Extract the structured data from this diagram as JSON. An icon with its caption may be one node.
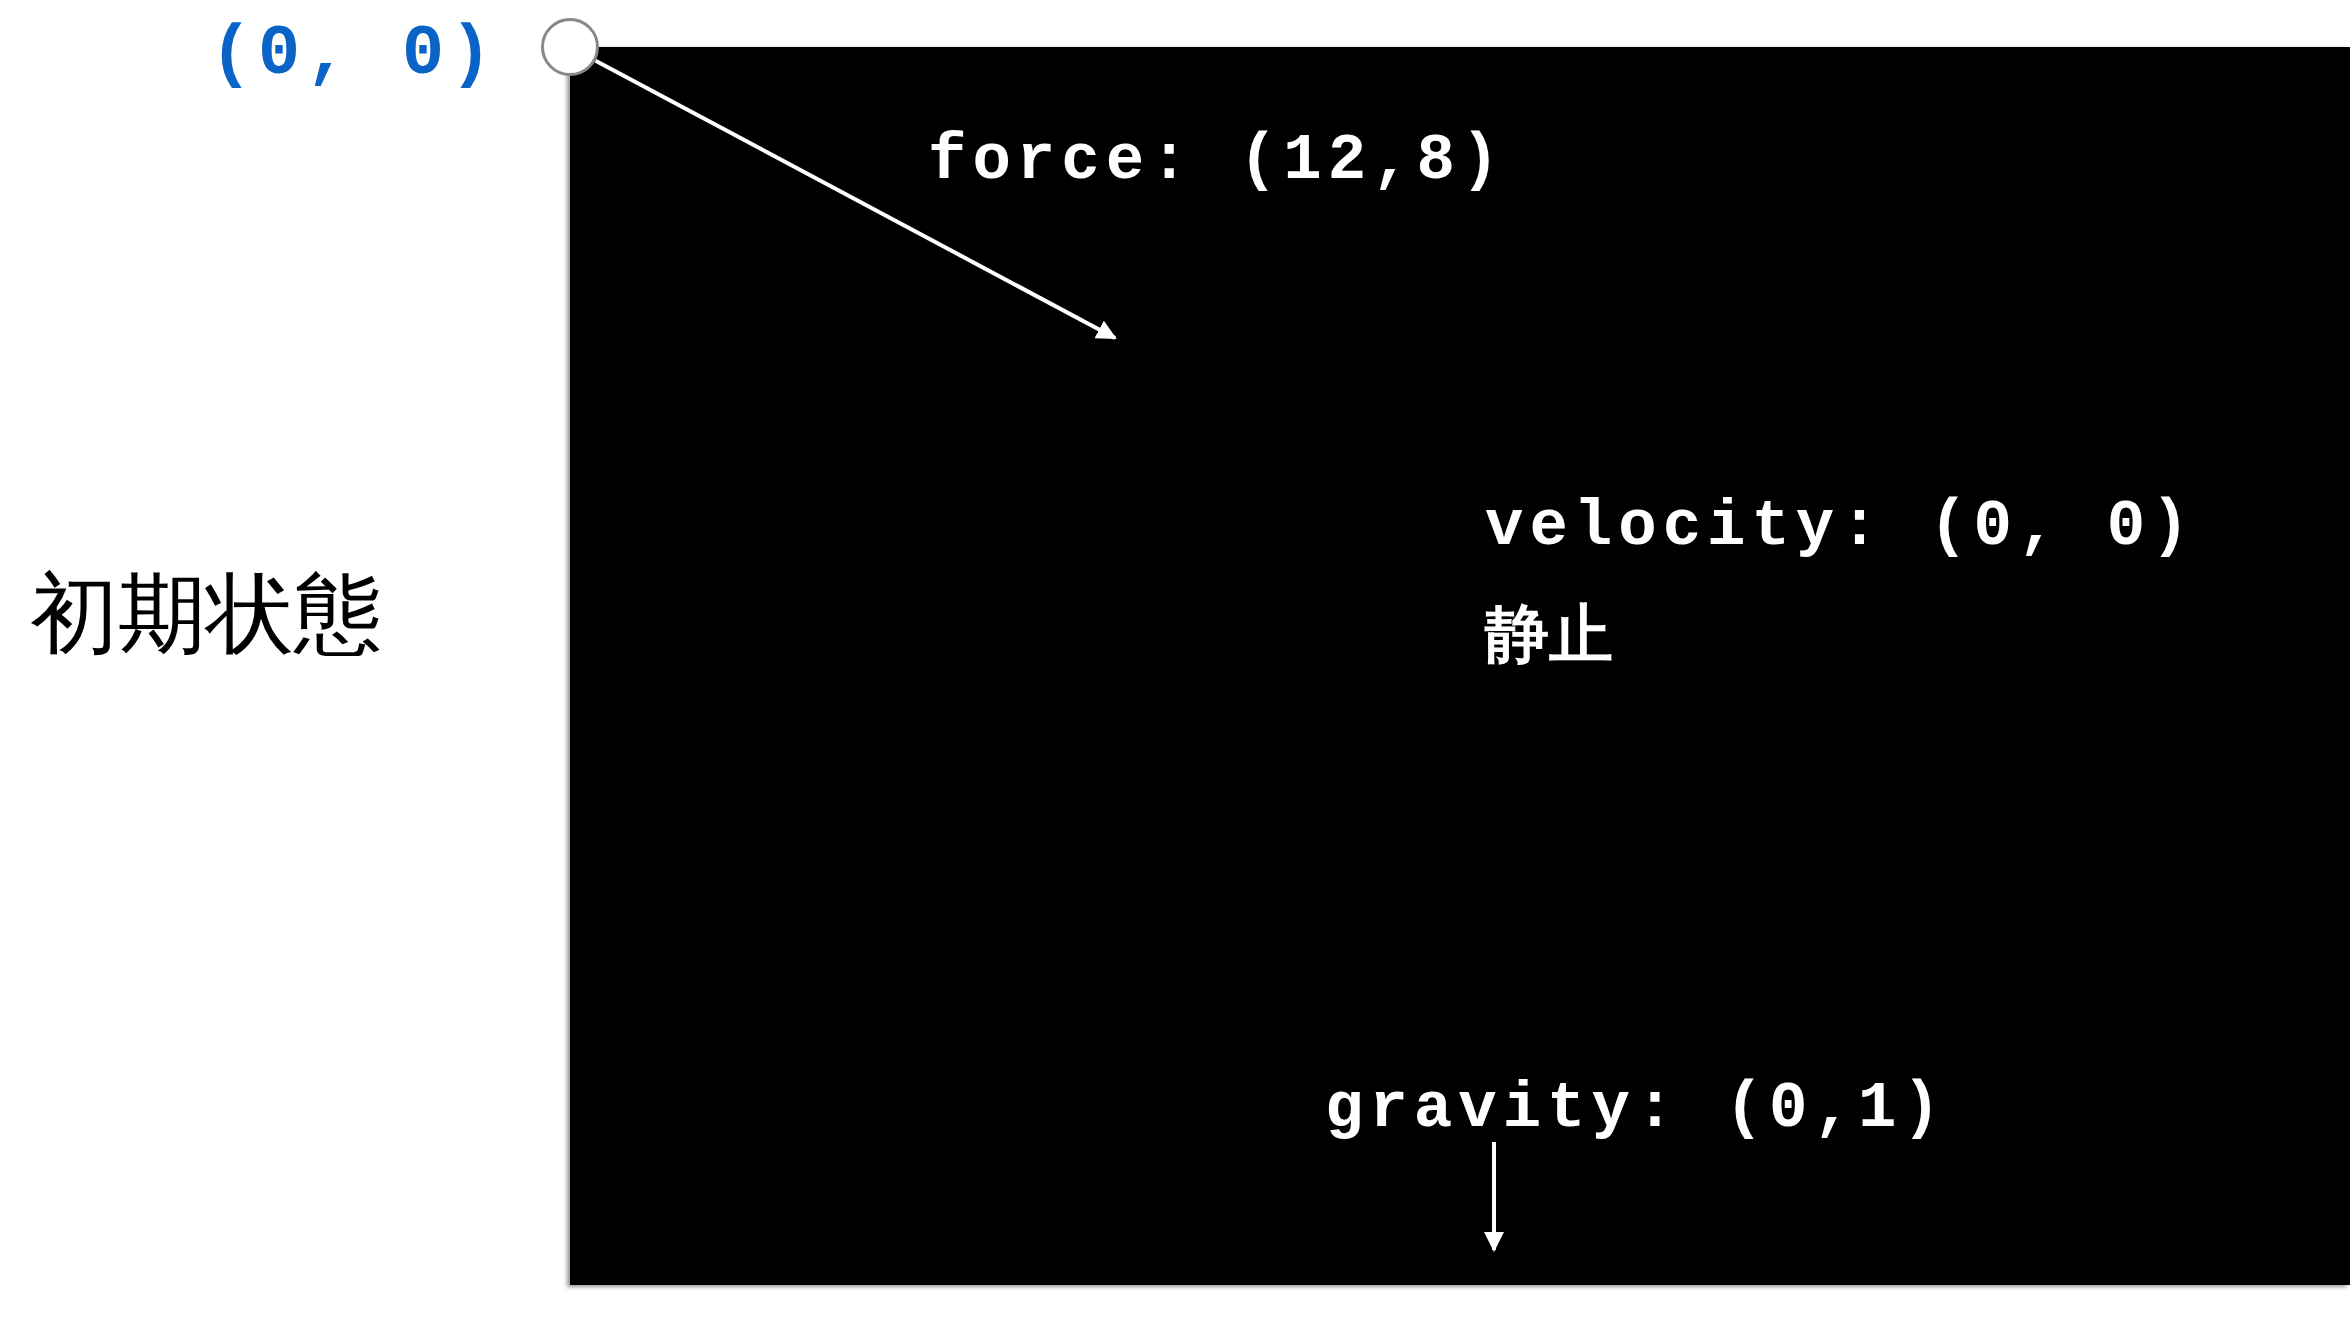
{
  "diagram": {
    "nodes": [
      {
        "text": [
          "force: (12,8)",
          "velocity: (0, 0)",
          "静止",
          "gravity: (0,1)"
        ]
      },
      {
        "text": [],
        "shape": "circle",
        "beside": [
          "(0, 0)"
        ]
      }
    ],
    "edges": [
      {
        "from": 1,
        "to": 0,
        "arrow": "to"
      }
    ],
    "labels": [
      "初期状態"
    ]
  }
}
